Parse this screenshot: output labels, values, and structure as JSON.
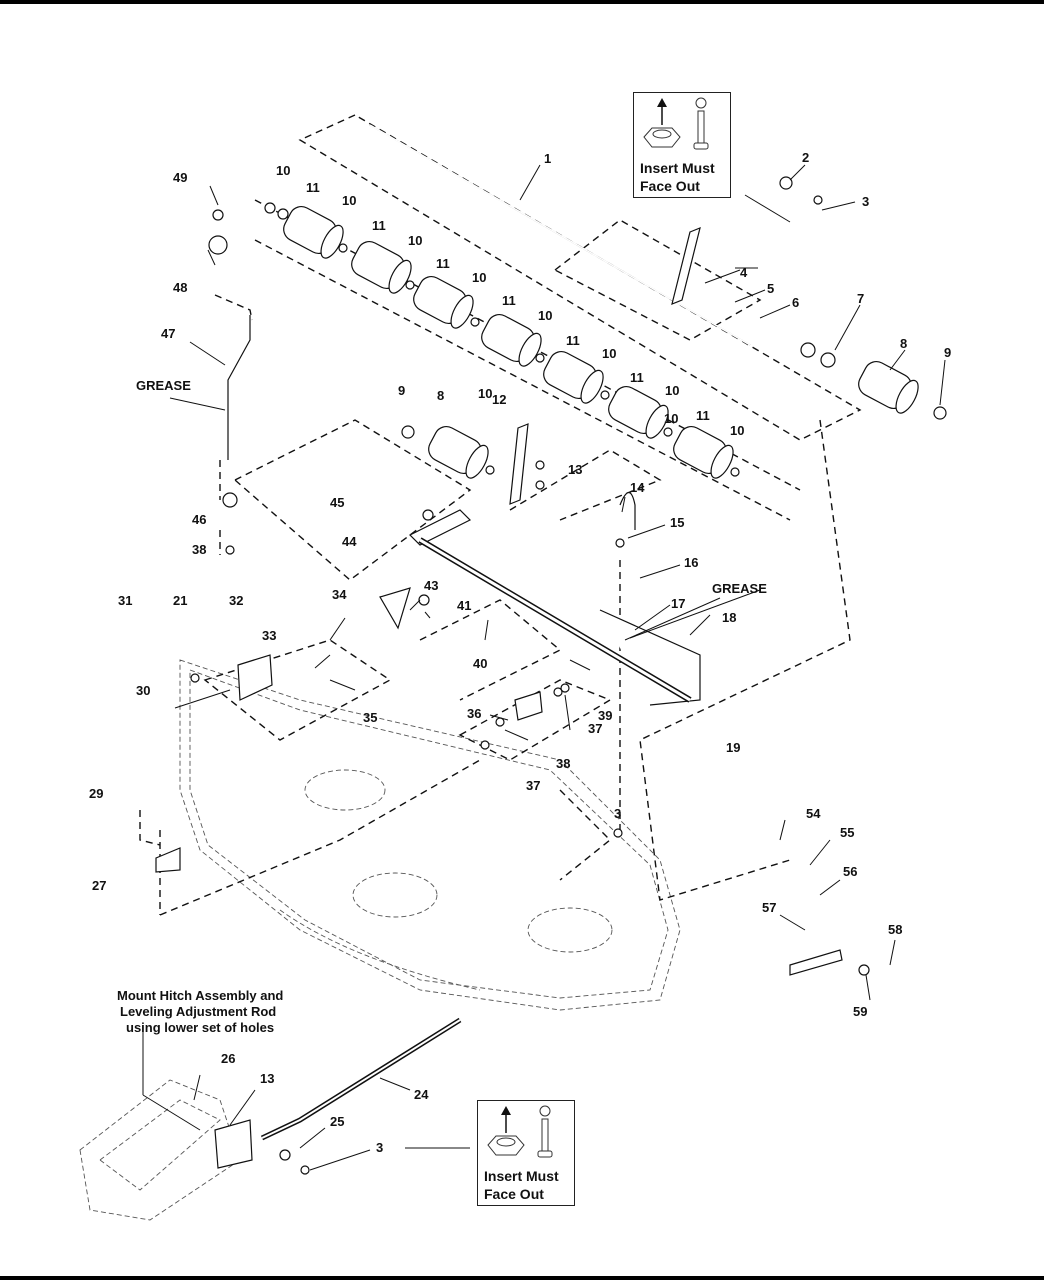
{
  "figure": {
    "type": "exploded parts diagram",
    "subject": "mower deck hitch, rollers and leveling assembly"
  },
  "callouts": [
    {
      "id": "callout-top",
      "line1": "Insert Must",
      "line2": "Face Out"
    },
    {
      "id": "callout-bottom",
      "line1": "Insert Must",
      "line2": "Face Out"
    }
  ],
  "notes": {
    "grease_left": "GREASE",
    "grease_right": "GREASE",
    "mount_line1": "Mount Hitch Assembly and",
    "mount_line2": "Leveling Adjustment Rod",
    "mount_line3": "using lower set of holes"
  },
  "part_labels": [
    {
      "n": "1"
    },
    {
      "n": "2"
    },
    {
      "n": "3"
    },
    {
      "n": "4"
    },
    {
      "n": "5"
    },
    {
      "n": "6"
    },
    {
      "n": "7"
    },
    {
      "n": "8"
    },
    {
      "n": "9"
    },
    {
      "n": "10"
    },
    {
      "n": "10"
    },
    {
      "n": "10"
    },
    {
      "n": "10"
    },
    {
      "n": "10"
    },
    {
      "n": "10"
    },
    {
      "n": "10"
    },
    {
      "n": "10"
    },
    {
      "n": "10"
    },
    {
      "n": "10"
    },
    {
      "n": "11"
    },
    {
      "n": "11"
    },
    {
      "n": "11"
    },
    {
      "n": "11"
    },
    {
      "n": "11"
    },
    {
      "n": "11"
    },
    {
      "n": "11"
    },
    {
      "n": "49"
    },
    {
      "n": "48"
    },
    {
      "n": "47"
    },
    {
      "n": "9"
    },
    {
      "n": "8"
    },
    {
      "n": "12"
    },
    {
      "n": "13"
    },
    {
      "n": "46"
    },
    {
      "n": "38"
    },
    {
      "n": "45"
    },
    {
      "n": "44"
    },
    {
      "n": "14"
    },
    {
      "n": "15"
    },
    {
      "n": "16"
    },
    {
      "n": "17"
    },
    {
      "n": "18"
    },
    {
      "n": "31"
    },
    {
      "n": "21"
    },
    {
      "n": "32"
    },
    {
      "n": "34"
    },
    {
      "n": "33"
    },
    {
      "n": "30"
    },
    {
      "n": "35"
    },
    {
      "n": "43"
    },
    {
      "n": "41"
    },
    {
      "n": "40"
    },
    {
      "n": "39"
    },
    {
      "n": "36"
    },
    {
      "n": "37"
    },
    {
      "n": "38"
    },
    {
      "n": "37"
    },
    {
      "n": "19"
    },
    {
      "n": "29"
    },
    {
      "n": "27"
    },
    {
      "n": "3"
    },
    {
      "n": "54"
    },
    {
      "n": "55"
    },
    {
      "n": "56"
    },
    {
      "n": "57"
    },
    {
      "n": "58"
    },
    {
      "n": "59"
    },
    {
      "n": "26"
    },
    {
      "n": "13"
    },
    {
      "n": "24"
    },
    {
      "n": "25"
    },
    {
      "n": "3"
    }
  ]
}
